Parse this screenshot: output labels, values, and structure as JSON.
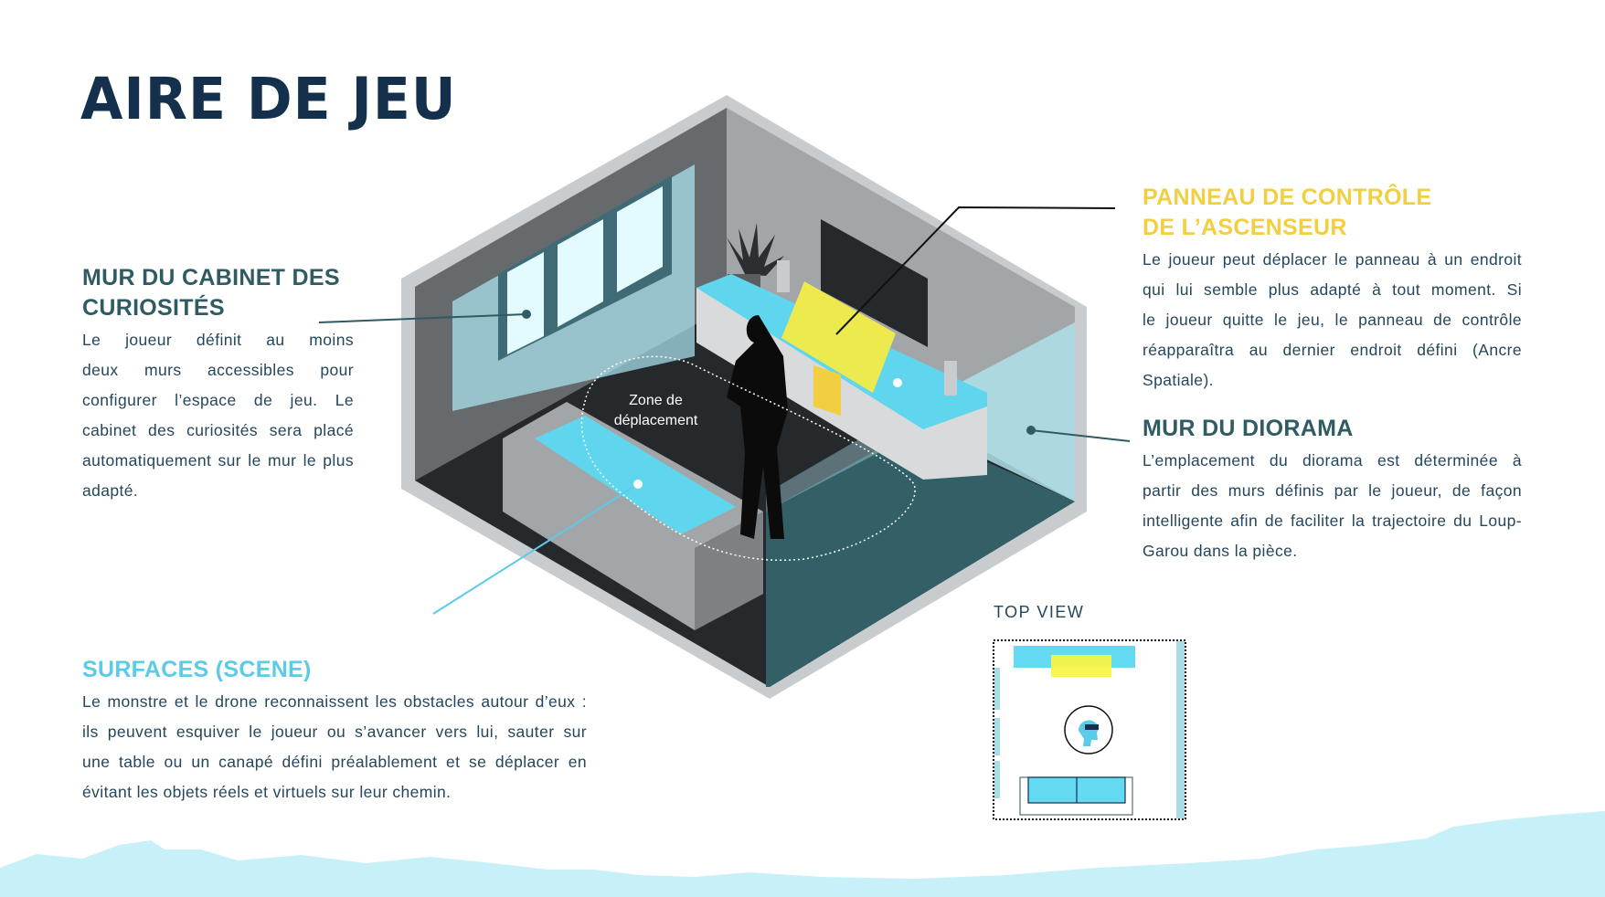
{
  "title": "AIRE DE JEU",
  "sections": {
    "cabinet": {
      "heading": [
        "MUR DU CABINET DES",
        "CURIOSITÉS"
      ],
      "lines": [
        "Le joueur définit au moins",
        "deux murs accessibles pour",
        "configurer l’espace de jeu. Le",
        "cabinet des curiosités sera placé",
        "automatiquement sur le mur le plus",
        "adapté."
      ]
    },
    "panel": {
      "heading": [
        "PANNEAU DE CONTRÔLE",
        "DE L’ASCENSEUR"
      ],
      "lines": [
        "Le joueur peut déplacer le panneau à un endroit",
        "qui lui semble plus adapté à tout moment. Si",
        "le joueur quitte le jeu, le panneau de contrôle",
        "réapparaîtra au dernier endroit défini (Ancre",
        "Spatiale)."
      ]
    },
    "diorama": {
      "heading": "MUR DU DIORAMA",
      "lines": [
        "L’emplacement du diorama est déterminée à",
        "partir des murs définis par le joueur, de façon",
        "intelligente afin de faciliter la trajectoire du Loup-",
        "Garou dans la pièce."
      ]
    },
    "surfaces": {
      "heading": "SURFACES (SCENE)",
      "lines": [
        "Le monstre et le drone reconnaissent les obstacles autour d’eux :",
        "ils peuvent esquiver le joueur ou s’avancer vers lui, sauter sur",
        "une table ou un canapé défini préalablement et se déplacer en",
        "évitant les objets réels et virtuels sur leur chemin."
      ]
    }
  },
  "illustration": {
    "zone_label": [
      "Zone de",
      "déplacement"
    ]
  },
  "top_view": {
    "label": "TOP VIEW"
  },
  "colors": {
    "title": "#14304d",
    "teal": "#2f5b63",
    "yellow": "#f2cf40",
    "cyan": "#5ccbe8",
    "wave": "#c8f0f8"
  }
}
